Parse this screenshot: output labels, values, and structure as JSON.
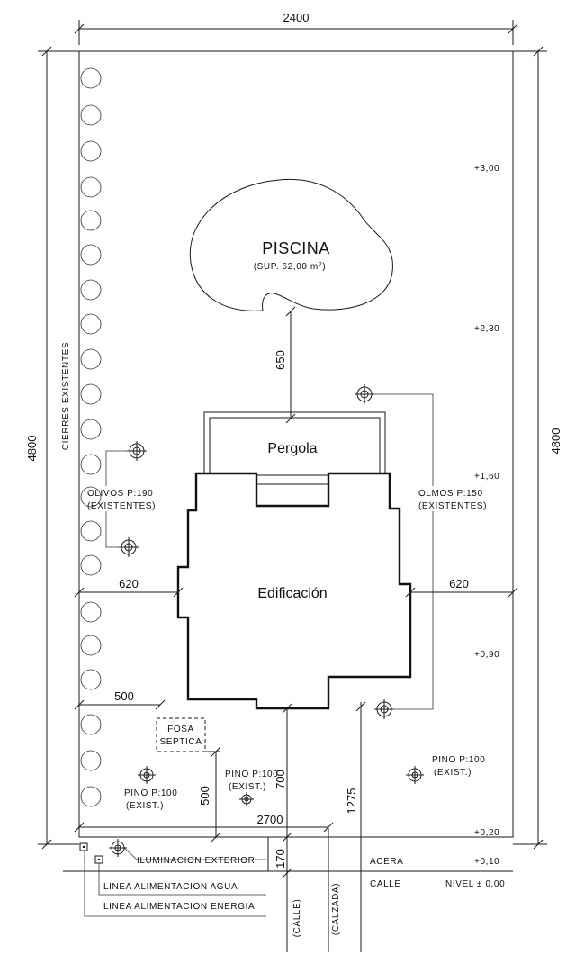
{
  "dimensions": {
    "width_total": "2400",
    "height_left": "4800",
    "height_right": "4800",
    "pool_to_building": "650",
    "setback_left": "620",
    "setback_right": "620",
    "septic_offset": "500",
    "septic_to_street": "500",
    "front_setback": "2700",
    "house_to_street": "700",
    "sidewalk": "170",
    "street_offset": "1275"
  },
  "labels": {
    "pool_name": "PISCINA",
    "pool_area": "(SUP. 62,00 m",
    "pool_area_sup": "2",
    "pool_area_close": ")",
    "pergola": "Pergola",
    "building": "Edificación",
    "fence": "CIERRES EXISTENTES",
    "olive_title": "OLIVOS P:190",
    "olive_note": "(EXISTENTES)",
    "elm_title": "OLMOS P:150",
    "elm_note": "(EXISTENTES)",
    "septic_l1": "FOSA",
    "septic_l2": "SEPTICA",
    "pine_left_title": "PINO P:100",
    "pine_left_note": "(EXIST.)",
    "pine_mid_title": "PINO P:100",
    "pine_mid_note": "(EXIST.)",
    "pine_right_title": "PINO P:100",
    "pine_right_note": "(EXIST.)",
    "lighting": "ILUMINACION EXTERIOR",
    "water": "LINEA ALIMENTACION AGUA",
    "power": "LINEA ALIMENTACION ENERGIA",
    "sidewalk": "ACERA",
    "street": "CALLE",
    "street_vertical": "(CALLE)",
    "roadway_vertical": "(CALZADA)"
  },
  "levels": [
    "+3,00",
    "+2,30",
    "+1,60",
    "+0,90",
    "+0,20",
    "+0,10",
    "NIVEL ± 0,00"
  ],
  "icons": {
    "tree": "tree-symbol-icon",
    "lamp": "lamp-symbol-icon",
    "utility": "utility-box-icon"
  }
}
